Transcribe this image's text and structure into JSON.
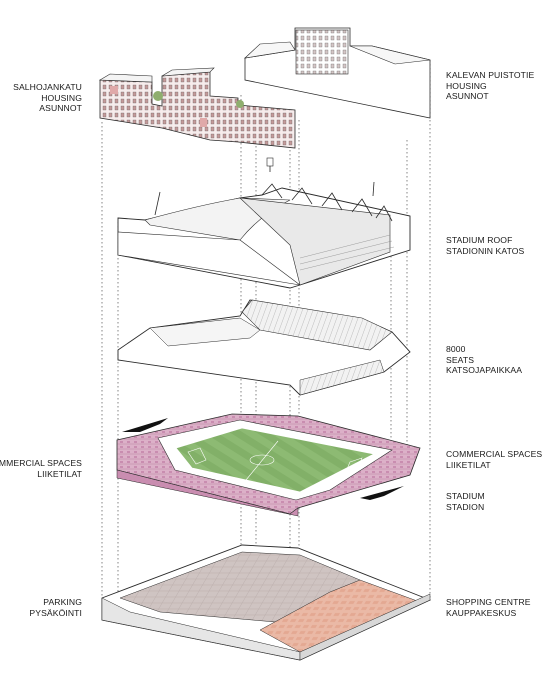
{
  "labels": {
    "salhojankatu": [
      "SALHOJANKATU",
      "HOUSING",
      "ASUNNOT"
    ],
    "kalevan": [
      "KALEVAN PUISTOTIE",
      "HOUSING",
      "ASUNNOT"
    ],
    "roof": [
      "STADIUM ROOF",
      "STADIONIN KATOS"
    ],
    "seats": [
      "8000",
      "SEATS",
      "KATSOJAPAIKKAA"
    ],
    "commercial_left": [
      "COMMERCIAL SPACES",
      "LIIKETILAT"
    ],
    "commercial_right": [
      "COMMERCIAL SPACES",
      "LIIKETILAT"
    ],
    "stadium": [
      "STADIUM",
      "STADION"
    ],
    "parking": [
      "PARKING",
      "PYSÄKÖINTI"
    ],
    "shopping": [
      "SHOPPING CENTRE",
      "KAUPPAKESKUS"
    ]
  },
  "colors": {
    "line": "#2a2a2a",
    "commercial": "#d9a8c4",
    "field": "#8fb872",
    "shopping": "#e8b6a3",
    "parking": "#c9bcb8",
    "greenery": "#8fae6e"
  }
}
